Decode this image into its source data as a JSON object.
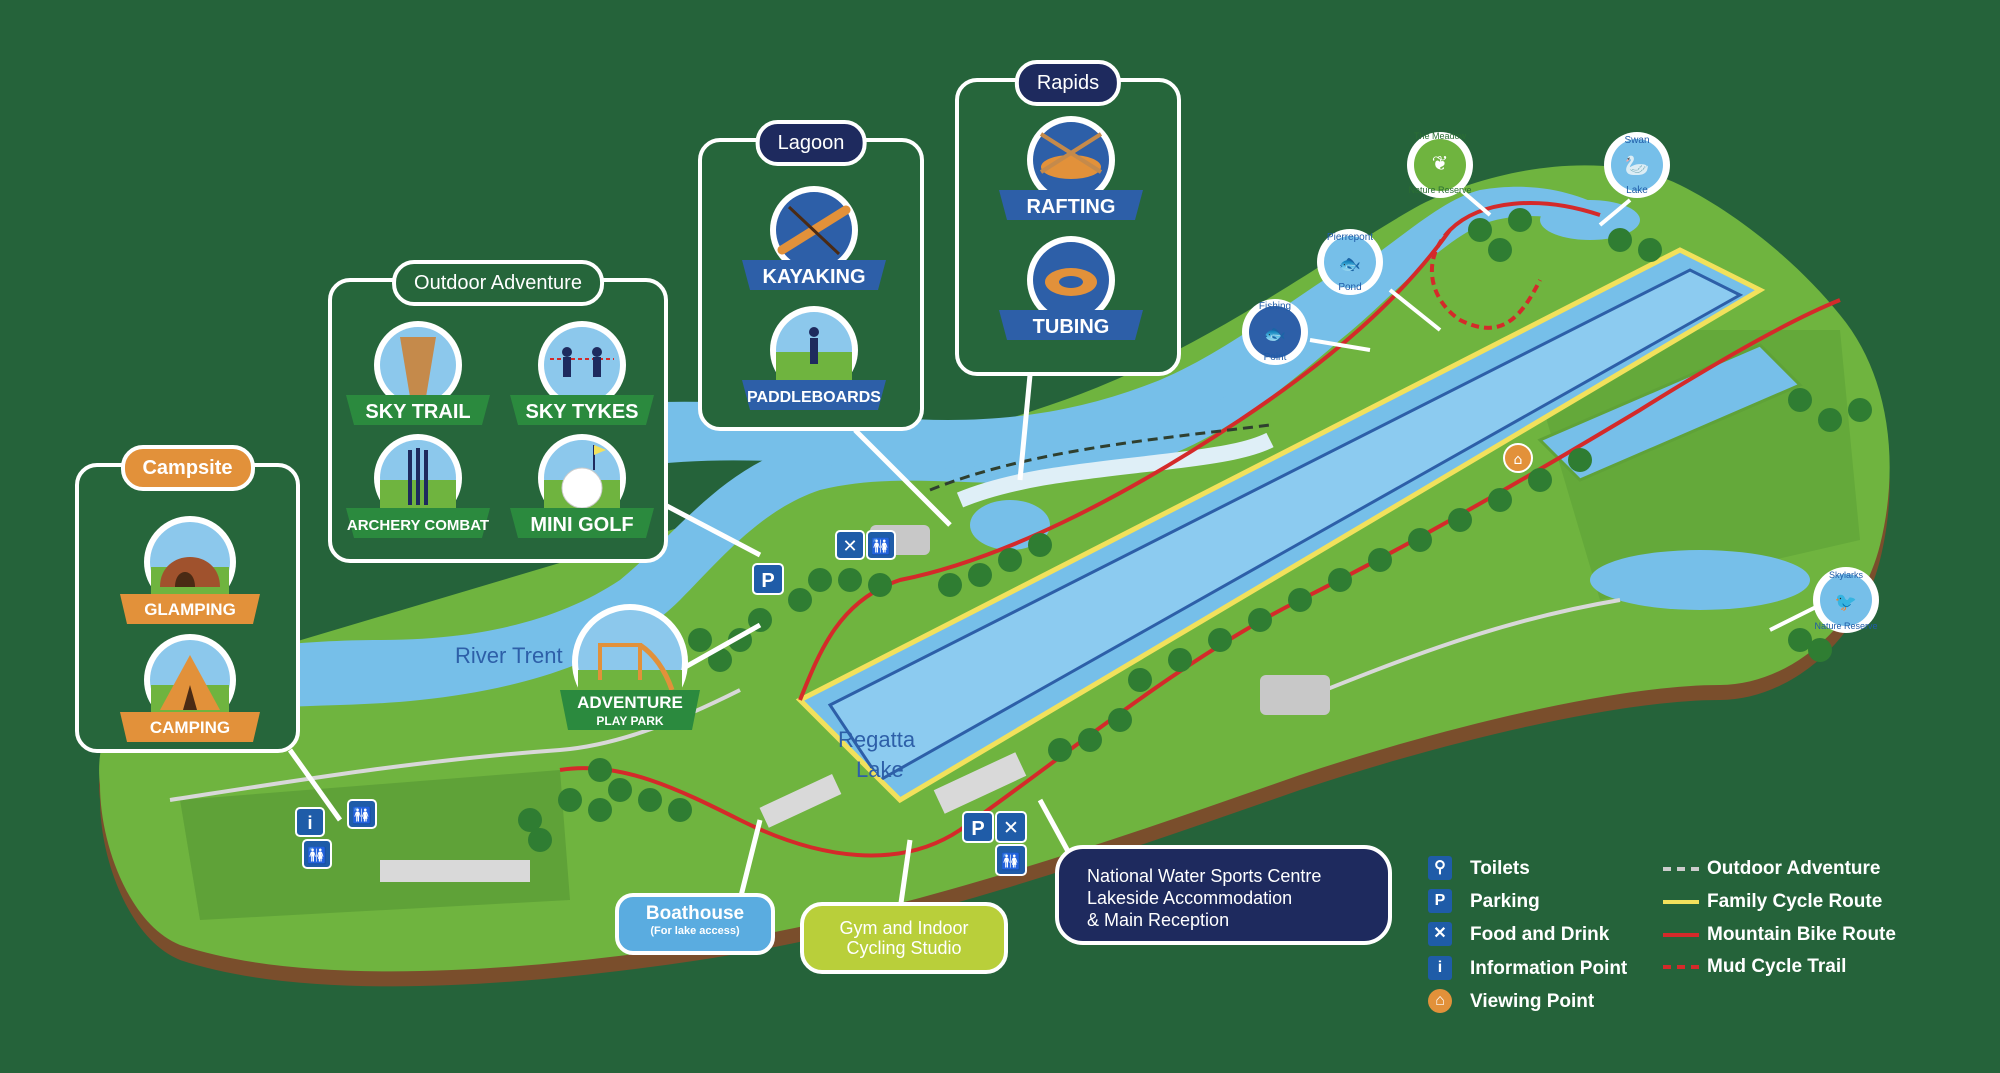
{
  "map": {
    "river_label": "River Trent",
    "lake_label_line1": "Regatta",
    "lake_label_line2": "Lake"
  },
  "panels": {
    "campsite": {
      "title": "Campsite",
      "badges": [
        {
          "label": "GLAMPING"
        },
        {
          "label": "CAMPING"
        }
      ]
    },
    "outdoor": {
      "title": "Outdoor Adventure",
      "badges": [
        {
          "label": "SKY TRAIL"
        },
        {
          "label": "SKY TYKES"
        },
        {
          "label": "ARCHERY COMBAT"
        },
        {
          "label": "MINI GOLF"
        }
      ]
    },
    "lagoon": {
      "title": "Lagoon",
      "badges": [
        {
          "label": "KAYAKING"
        },
        {
          "label": "PADDLEBOARDS"
        }
      ]
    },
    "rapids": {
      "title": "Rapids",
      "badges": [
        {
          "label": "RAFTING"
        },
        {
          "label": "TUBING"
        }
      ]
    }
  },
  "adventure_play_park": {
    "line1": "ADVENTURE",
    "line2": "PLAY PARK"
  },
  "small_badges": {
    "meadow": {
      "line1": "The Meadow",
      "line2": "Nature Reserve"
    },
    "swan": {
      "line1": "Swan",
      "line2": "Lake"
    },
    "pierrepont": {
      "line1": "Pierrepont",
      "line2": "Pond"
    },
    "fishing": {
      "line1": "Fishing",
      "line2": "Point"
    },
    "skylarks": {
      "line1": "Skylarks",
      "line2": "Nature Reserve"
    }
  },
  "tags": {
    "boathouse": {
      "title": "Boathouse",
      "sub": "(For lake access)",
      "color": "#5aace0"
    },
    "gym": {
      "line1": "Gym and Indoor",
      "line2": "Cycling Studio",
      "color": "#b9cf3a"
    },
    "nwsc": {
      "line1": "National Water Sports Centre",
      "line2": "Lakeside Accommodation",
      "line3": "& Main Reception",
      "color": "#1e2a5e"
    }
  },
  "map_icons": {
    "parking": "P",
    "info": "i"
  },
  "legend": {
    "left": [
      {
        "icon": "toilets-icon",
        "label": "Toilets"
      },
      {
        "icon": "parking-icon",
        "label": "Parking"
      },
      {
        "icon": "food-icon",
        "label": "Food and Drink"
      },
      {
        "icon": "info-icon",
        "label": "Information Point"
      },
      {
        "icon": "viewing-icon",
        "label": "Viewing Point"
      }
    ],
    "right": [
      {
        "label": "Outdoor Adventure",
        "color": "#cccccc"
      },
      {
        "label": "Family Cycle Route",
        "color": "#f2e15c"
      },
      {
        "label": "Mountain Bike Route",
        "color": "#d42a2a"
      },
      {
        "label": "Mud Cycle Trail",
        "color": "#d42a2a"
      }
    ]
  },
  "colors": {
    "background": "#25633a",
    "land": "#6fb43f",
    "water": "#76bfe9",
    "pill_campsite": "#e2913a",
    "pill_dark": "#1e2a5e",
    "banner": "#2b8a3e",
    "badge_blue": "#2d5fa8"
  }
}
